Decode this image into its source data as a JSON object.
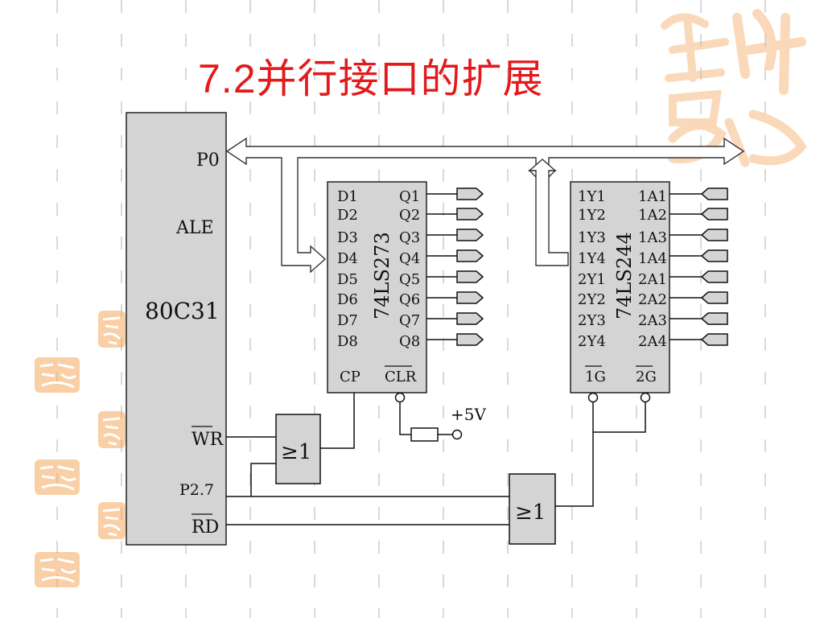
{
  "title": {
    "number": "7.2",
    "text": "并行接口的扩展"
  },
  "colors": {
    "title": "#e31a1c",
    "chip_fill": "#d4d4d4",
    "seal": "#f4a75c"
  },
  "mcu": {
    "name": "80C31",
    "pins": {
      "p0": "P0",
      "ale": "ALE",
      "wr": "WR",
      "p27": "P2.7",
      "rd": "RD"
    }
  },
  "latch": {
    "name": "74LS273",
    "d_pins": [
      "D1",
      "D2",
      "D3",
      "D4",
      "D5",
      "D6",
      "D7",
      "D8"
    ],
    "q_pins": [
      "Q1",
      "Q2",
      "Q3",
      "Q4",
      "Q5",
      "Q6",
      "Q7",
      "Q8"
    ],
    "cp": "CP",
    "clr": "CLR"
  },
  "buffer": {
    "name": "74LS244",
    "y_pins": [
      "1Y1",
      "1Y2",
      "1Y3",
      "1Y4",
      "2Y1",
      "2Y2",
      "2Y3",
      "2Y4"
    ],
    "a_pins": [
      "1A1",
      "1A2",
      "1A3",
      "1A4",
      "2A1",
      "2A2",
      "2A3",
      "2A4"
    ],
    "g1": "1G",
    "g2": "2G"
  },
  "gates": {
    "or_label": "≥1"
  },
  "power": {
    "label": "+5V"
  },
  "watermark": {
    "large_text": "吉祥如意",
    "seal_text": "吉祥如意"
  }
}
